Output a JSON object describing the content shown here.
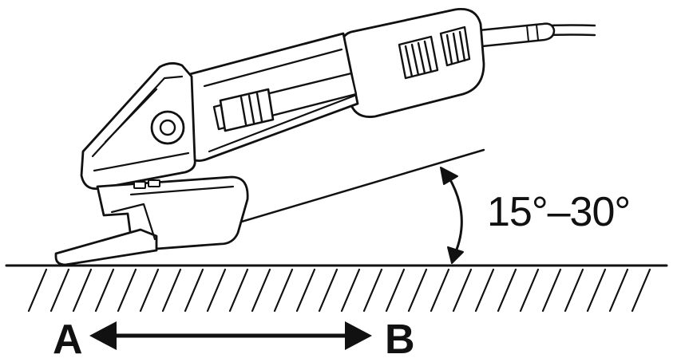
{
  "annotations": {
    "angle_label": "15°–30°",
    "point_a": "A",
    "point_b": "B"
  },
  "colors": {
    "ink": "#111111",
    "background": "#ffffff"
  },
  "icons": {
    "tool": "angle-grinder-icon",
    "angle_arrow": "curved-double-arrow-icon",
    "motion_arrow": "horizontal-double-arrow-icon"
  }
}
